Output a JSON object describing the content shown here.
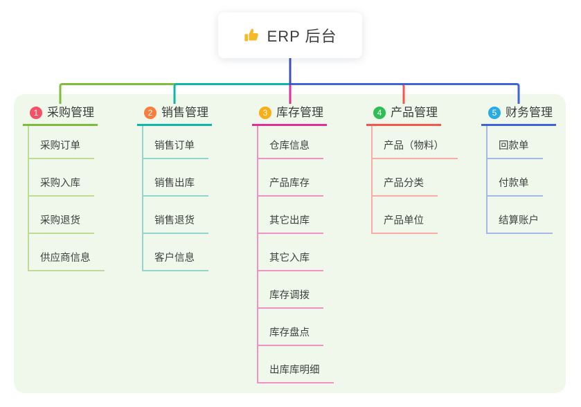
{
  "root": {
    "icon": "thumbs-up",
    "label": "ERP 后台"
  },
  "container_bg": "#eff8ea",
  "connector_root_color": "#3d4fc6",
  "icon_color": "#f6b928",
  "branches": [
    {
      "number": "1",
      "title": "采购管理",
      "badge_color": "#f74f63",
      "line_color": "#7ebd3c",
      "child_line_color": "#bedb94",
      "children": [
        "采购订单",
        "采购入库",
        "采购退货",
        "供应商信息"
      ]
    },
    {
      "number": "2",
      "title": "销售管理",
      "badge_color": "#fa7d3c",
      "line_color": "#10b6a8",
      "child_line_color": "#8fd6cf",
      "children": [
        "销售订单",
        "销售出库",
        "销售退货",
        "客户信息"
      ]
    },
    {
      "number": "3",
      "title": "库存管理",
      "badge_color": "#fbad14",
      "line_color": "#e22e97",
      "child_line_color": "#f191c6",
      "children": [
        "仓库信息",
        "产品库存",
        "其它出库",
        "其它入库",
        "库存调拨",
        "库存盘点",
        "出库库明细"
      ]
    },
    {
      "number": "4",
      "title": "产品管理",
      "badge_color": "#2dbe56",
      "line_color": "#f7564d",
      "child_line_color": "#fcaba4",
      "children": [
        "产品（物料）",
        "产品分类",
        "产品单位"
      ]
    },
    {
      "number": "5",
      "title": "财务管理",
      "badge_color": "#29ace4",
      "line_color": "#3e63da",
      "child_line_color": "#a7b7e8",
      "children": [
        "回款单",
        "付款单",
        "结算账户"
      ]
    }
  ]
}
